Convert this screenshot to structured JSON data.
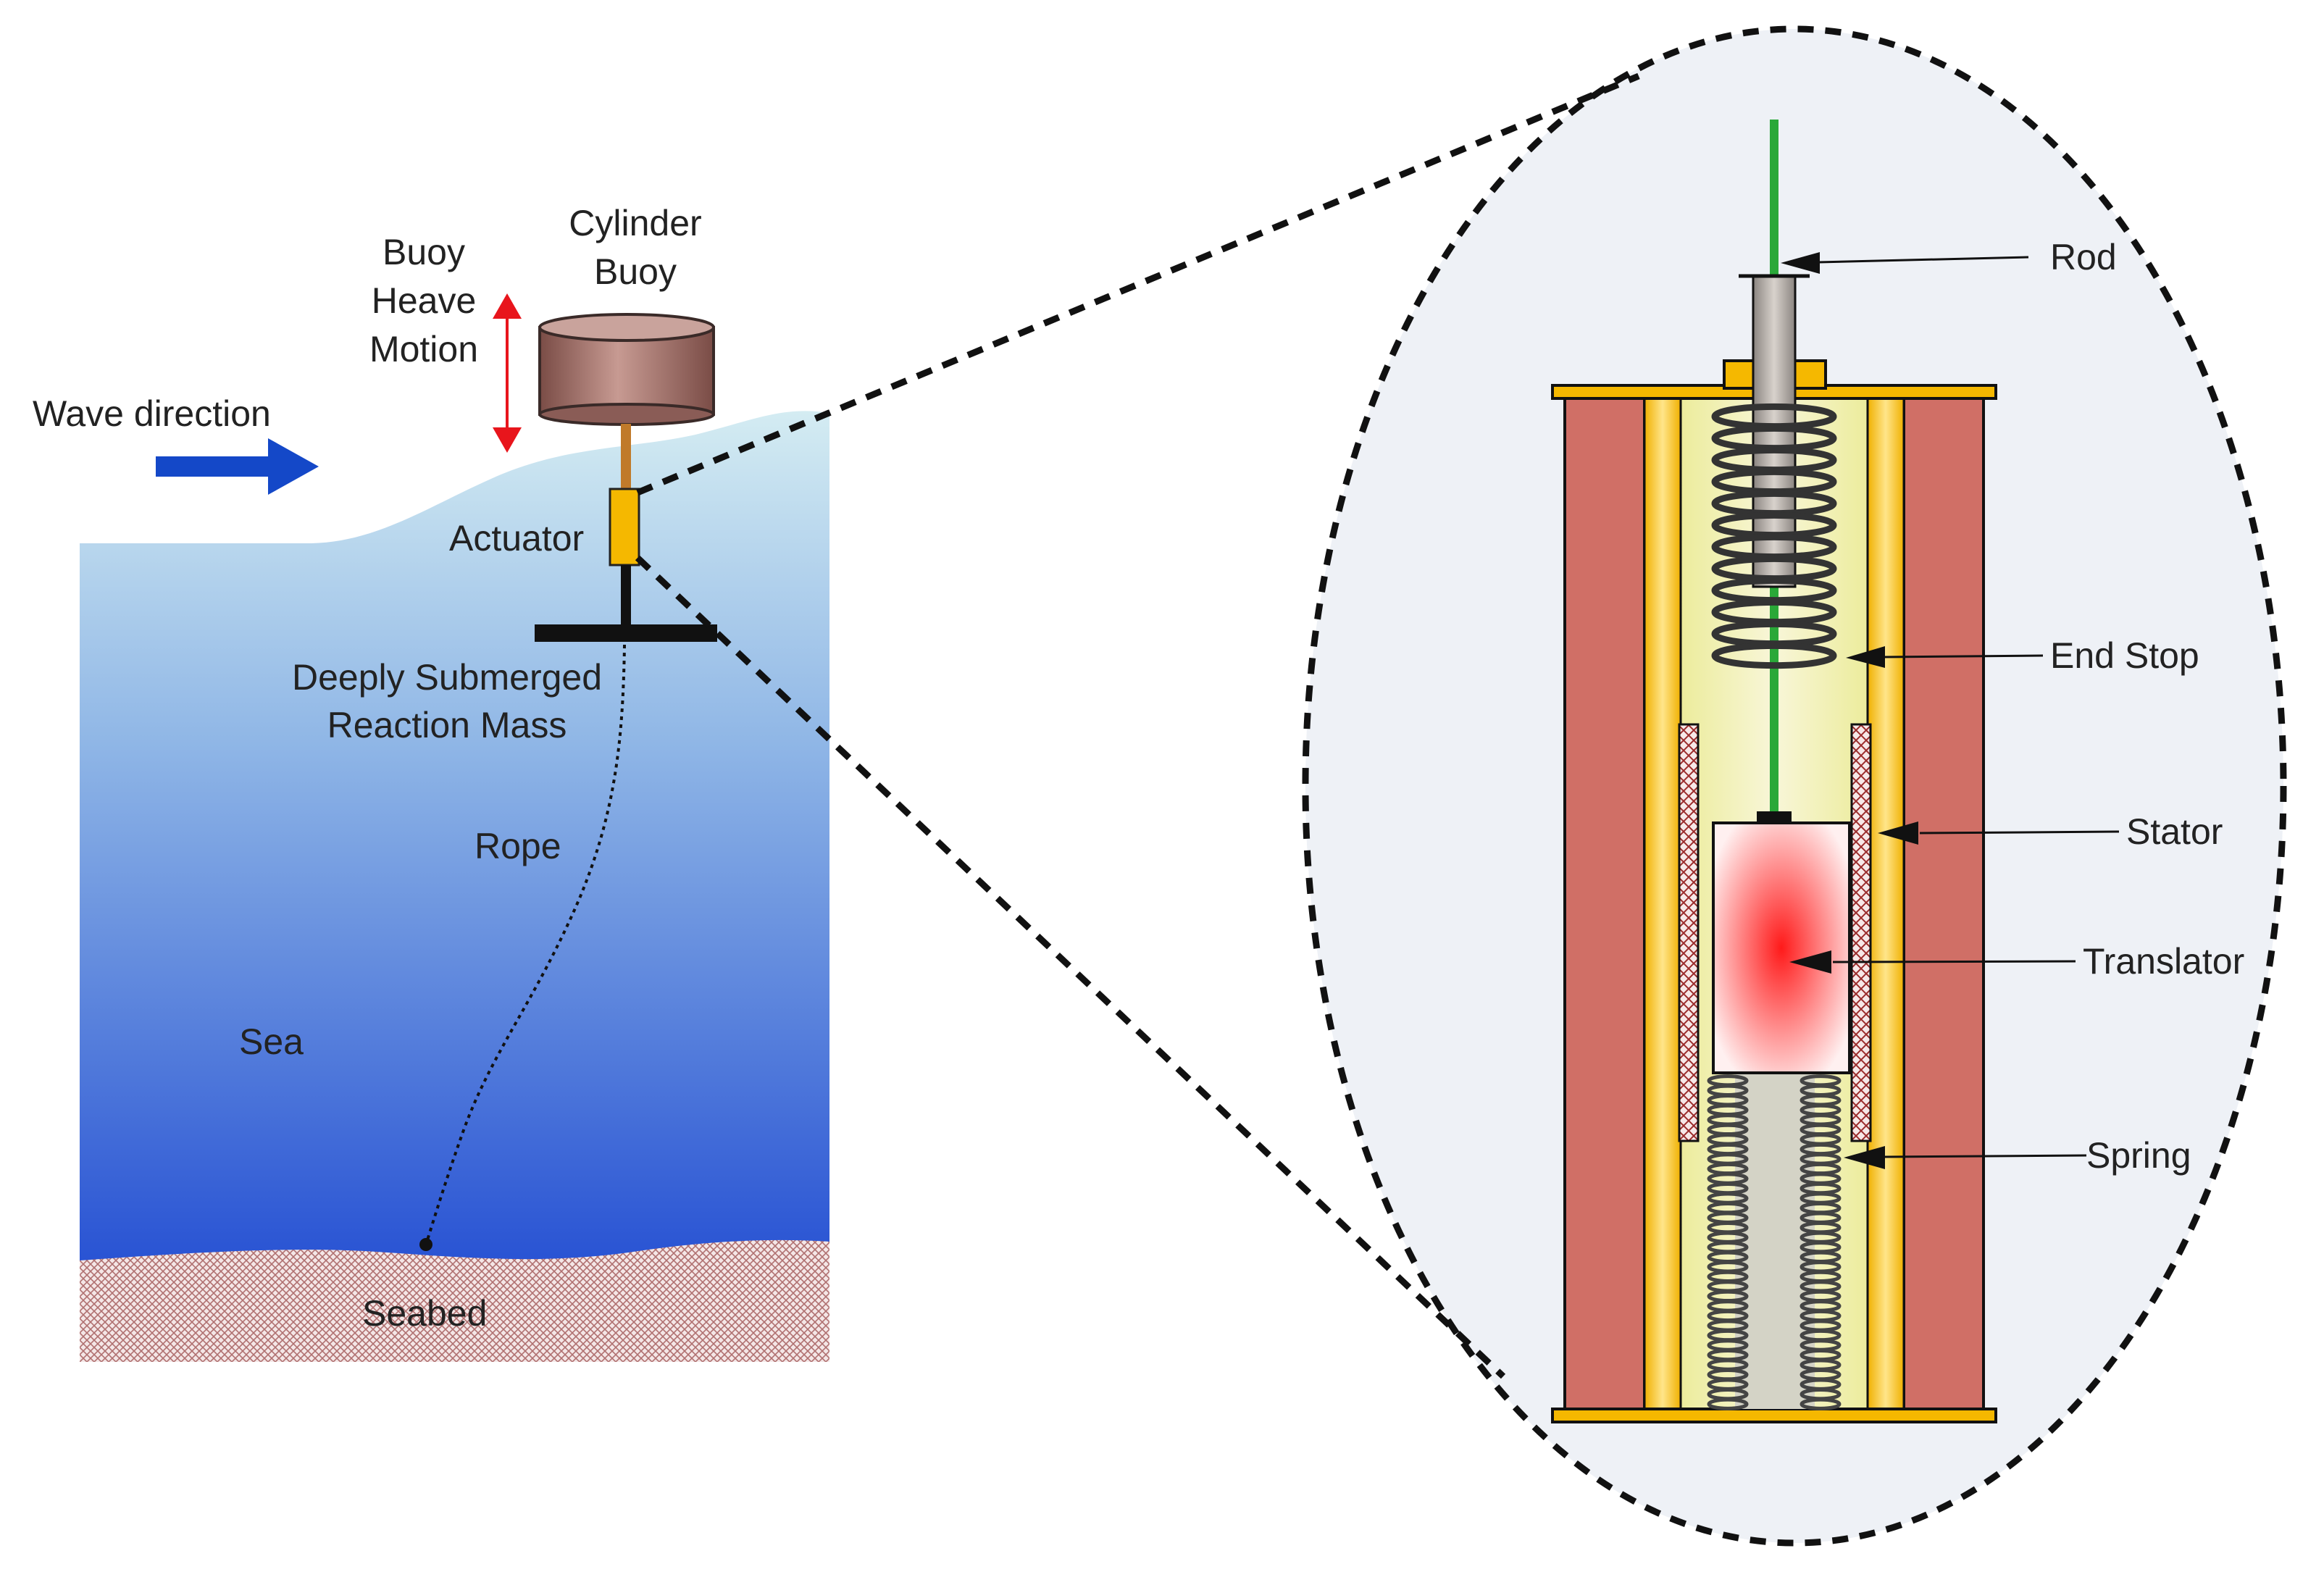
{
  "labels": {
    "wave_direction": "Wave direction",
    "buoy_heave_1": "Buoy",
    "buoy_heave_2": "Heave",
    "buoy_heave_3": "Motion",
    "cylinder_buoy_1": "Cylinder",
    "cylinder_buoy_2": "Buoy",
    "actuator": "Actuator",
    "reaction_mass_1": "Deeply Submerged",
    "reaction_mass_2": "Reaction Mass",
    "rope": "Rope",
    "sea": "Sea",
    "seabed": "Seabed",
    "rod": "Rod",
    "end_stop": "End Stop",
    "stator": "Stator",
    "translator": "Translator",
    "spring": "Spring"
  },
  "colors": {
    "sea_top": "#d4ecf2",
    "sea_bottom": "#1540d0",
    "wave_arrow": "#1448c8",
    "heave_arrow": "#e8151c",
    "buoy_body": "#9a6a62",
    "actuator": "#f5b800",
    "housing_outer": "#d06f66",
    "housing_inner_bar": "#ffd24a",
    "housing_core": "#f0eeb0",
    "rod": "#2aa838",
    "translator_center": "#ff1a1a",
    "zoom_fill": "#eef1f6"
  },
  "icons": {
    "wave_arrow": "right-arrow-icon",
    "heave_arrow": "double-vertical-arrow-icon"
  }
}
